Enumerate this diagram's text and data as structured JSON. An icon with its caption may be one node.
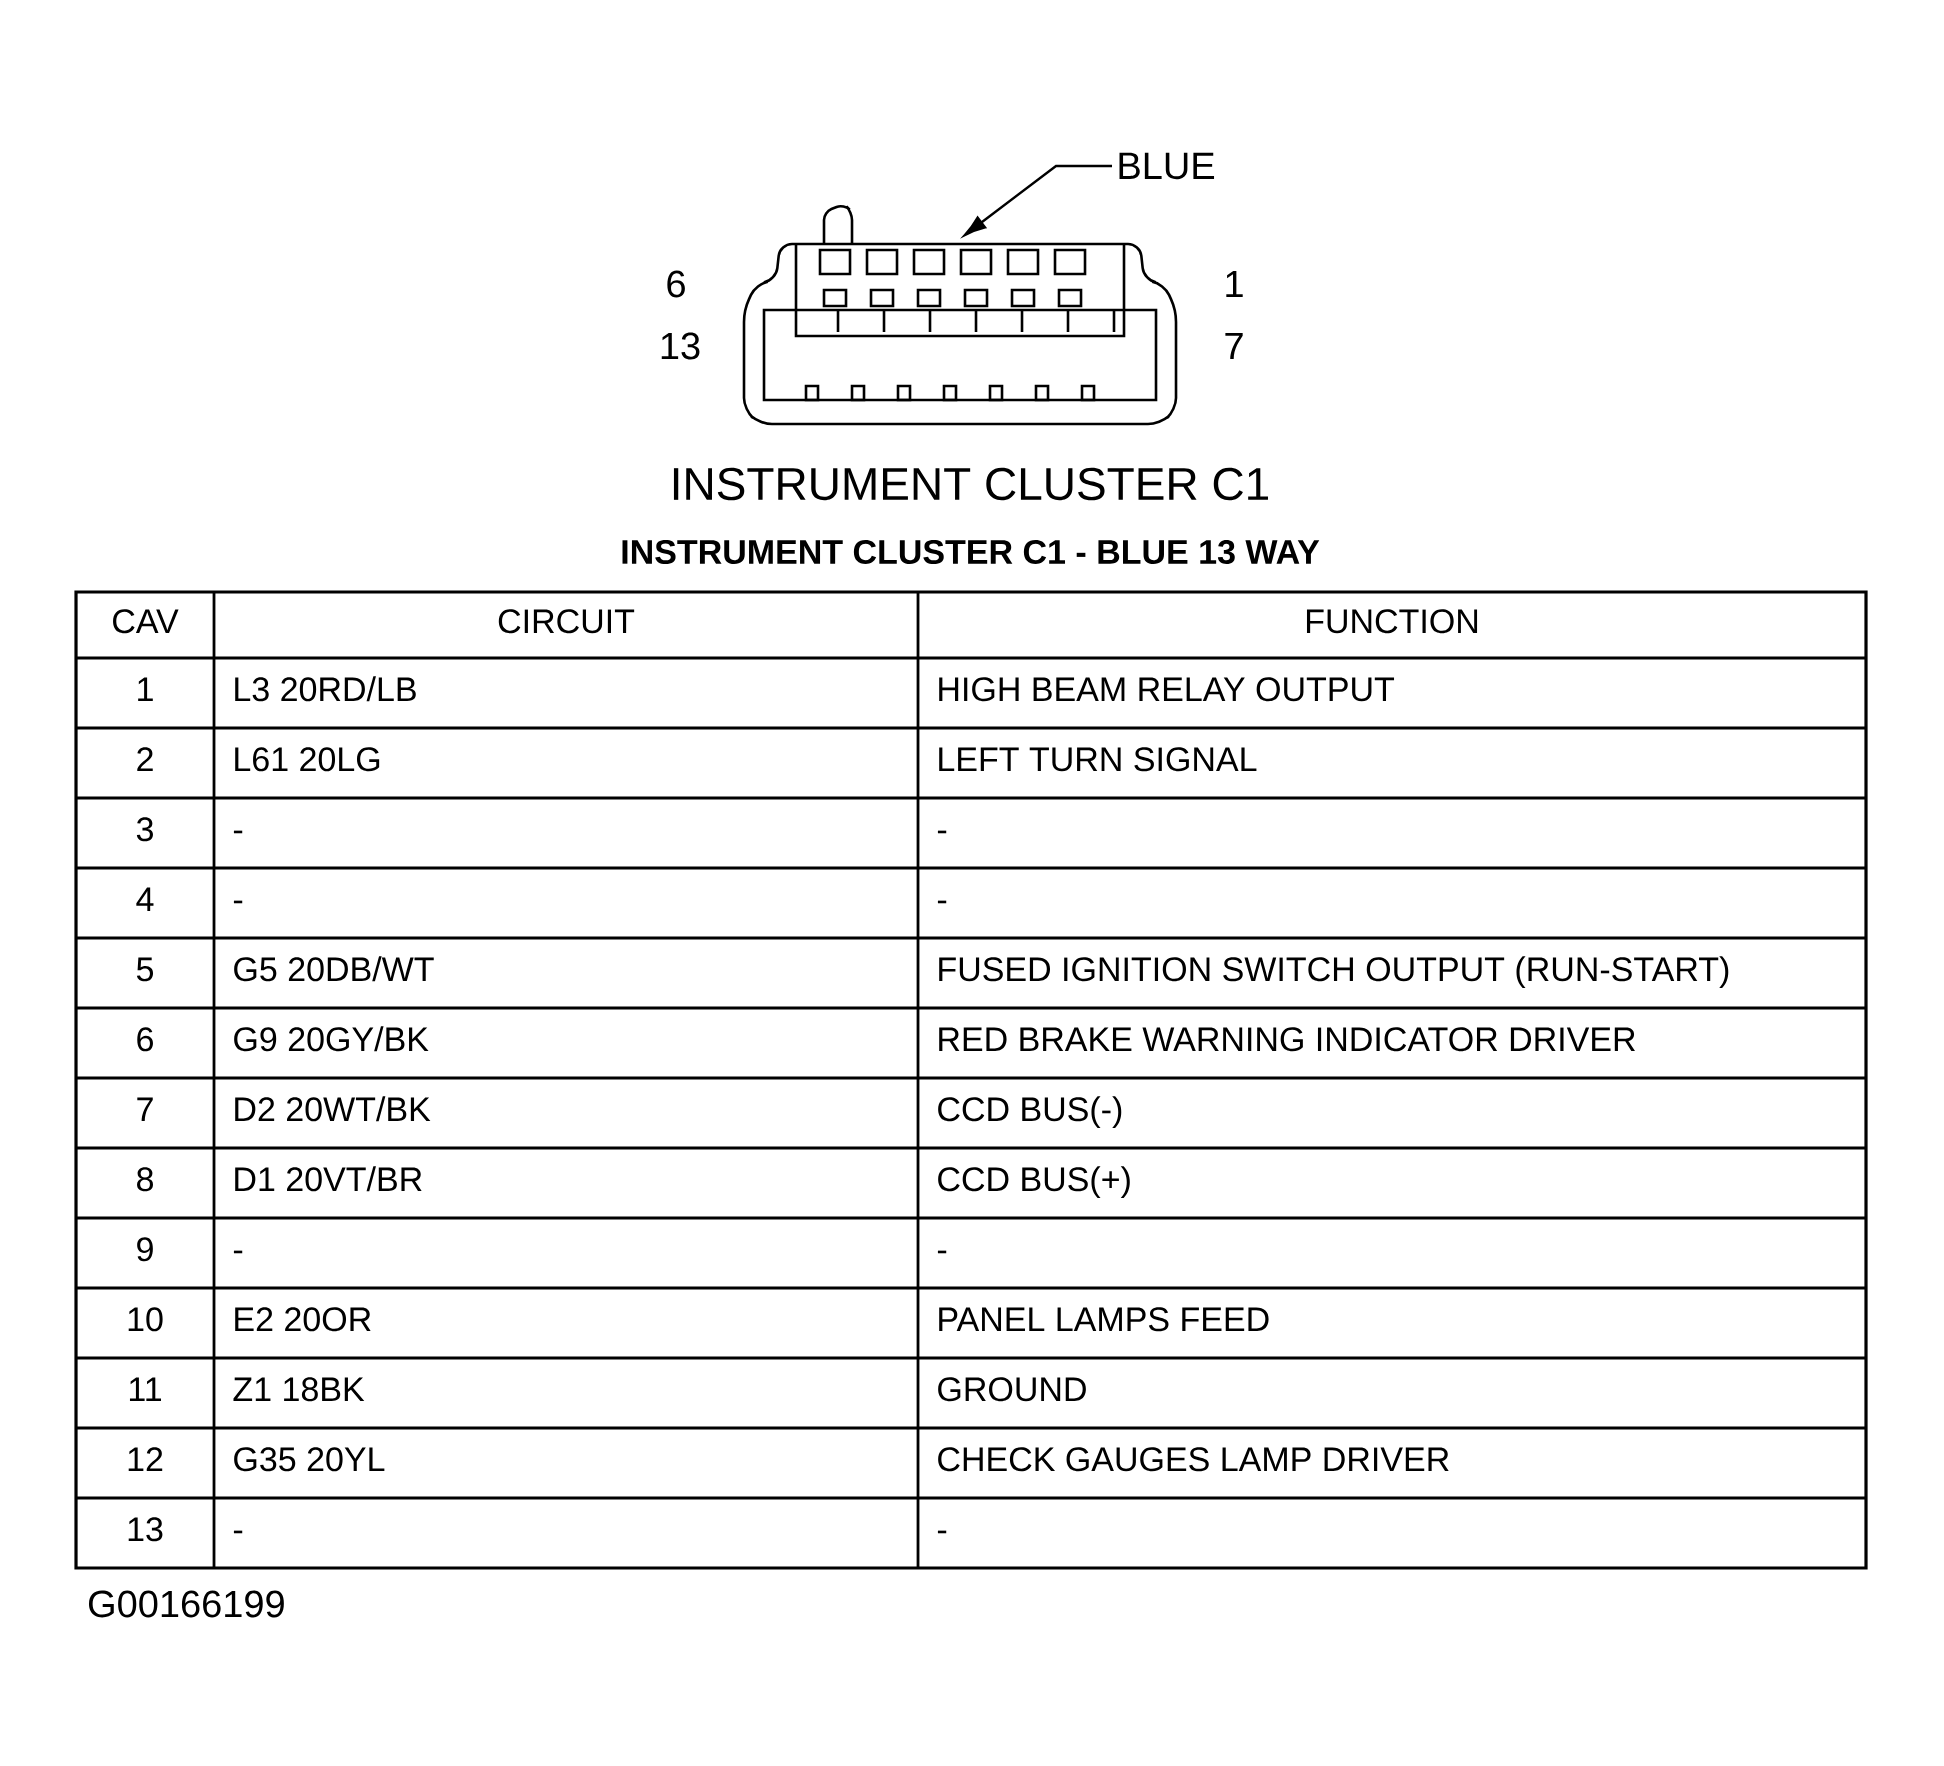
{
  "diagram": {
    "title": "INSTRUMENT CLUSTER C1 - BLUE 13 WAY",
    "nodes": [
      {
        "text": [
          "BLUE"
        ]
      },
      {
        "text": [],
        "shape": "picture"
      }
    ],
    "edges": [
      {
        "from": 0,
        "to": 1,
        "arrow": "to"
      }
    ],
    "labels": [
      "6",
      "1",
      "13",
      "7",
      "INSTRUMENT CLUSTER C1",
      "CAV",
      "CIRCUIT",
      "FUNCTION",
      "1",
      "L3 20RD/LB",
      "HIGH BEAM RELAY OUTPUT",
      "2",
      "L61 20LG",
      "LEFT TURN SIGNAL",
      "3",
      "-",
      "-",
      "4",
      "-",
      "-",
      "5",
      "G5 20DB/WT",
      "FUSED IGNITION SWITCH OUTPUT (RUN-START)",
      "6",
      "G9 20GY/BK",
      "RED BRAKE WARNING INDICATOR DRIVER",
      "7",
      "D2 20WT/BK",
      "CCD BUS(-)",
      "8",
      "D1 20VT/BR",
      "CCD BUS(+)",
      "9",
      "-",
      "-",
      "10",
      "E2 20OR",
      "PANEL LAMPS FEED",
      "11",
      "Z1 18BK",
      "GROUND",
      "12",
      "G35 20YL",
      "CHECK GAUGES LAMP DRIVER",
      "13",
      "-",
      "-",
      "G00166199"
    ]
  }
}
